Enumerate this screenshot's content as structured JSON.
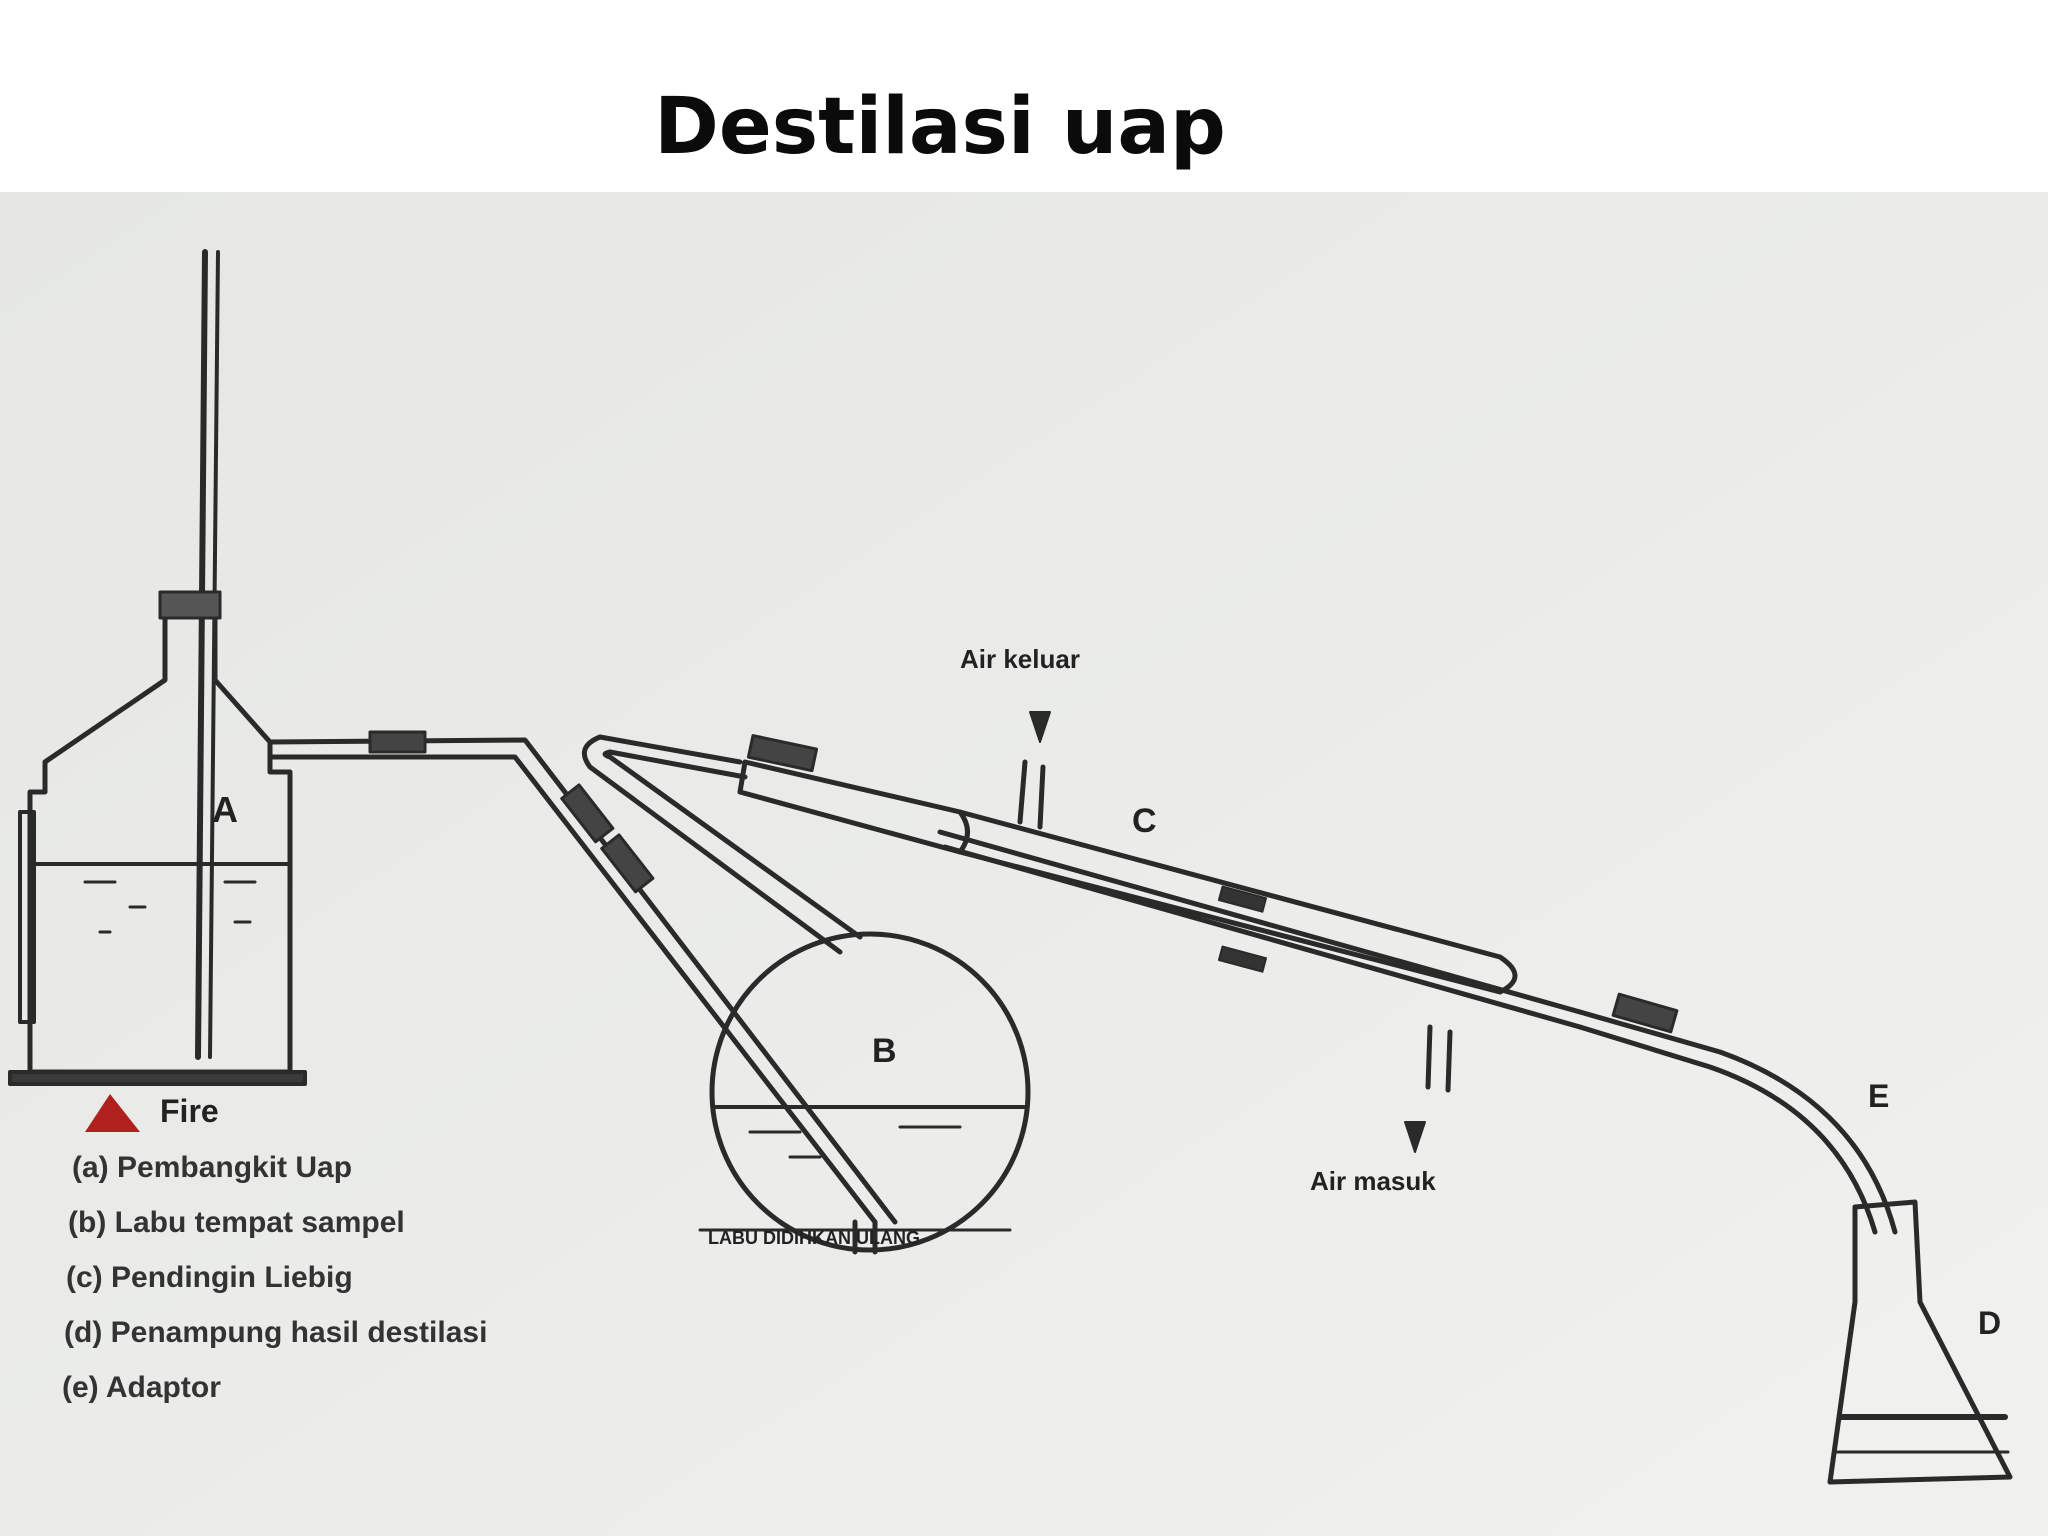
{
  "title": "Destilasi uap",
  "diagram": {
    "labels": {
      "generator": "A",
      "flask": "B",
      "condenser": "C",
      "collector": "D",
      "adapter": "E",
      "water_out": "Air keluar",
      "water_in": "Air masuk",
      "flask_caption": "LABU DIDIHKAN ULANG",
      "fire": "Fire"
    },
    "legend": [
      "(a) Pembangkit Uap",
      "(b) Labu tempat sampel",
      "(c) Pendingin Liebig",
      "(d) Penampung hasil destilasi",
      "(e) Adaptor"
    ],
    "colors": {
      "fire": "#b0201c",
      "background": "#e9eae8",
      "line": "#2a2a2a"
    }
  }
}
